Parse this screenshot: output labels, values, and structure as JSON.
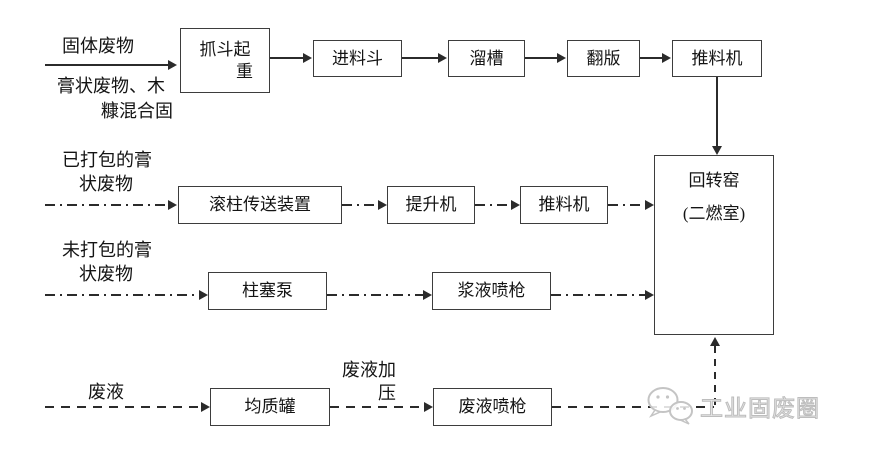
{
  "palette": {
    "line": "#2b2b2b",
    "box_border": "#3d3d3d",
    "text": "#141414",
    "watermark": "#c4c4c4",
    "background": "#ffffff"
  },
  "labels": {
    "solid_waste": "固体废物",
    "paste_wood_1": "膏状废物、木",
    "paste_wood_2": "糠混合固",
    "packed_1": "已打包的膏",
    "packed_2": "状废物",
    "unpacked_1": "未打包的膏",
    "unpacked_2": "状废物",
    "waste_liquid": "废液",
    "pressurize_1": "废液加",
    "pressurize_2": "压"
  },
  "boxes": {
    "grab_crane_1": "抓斗起",
    "grab_crane_2": "重",
    "feed_hopper": "进料斗",
    "chute": "溜槽",
    "tipper": "翻版",
    "pusher_top": "推料机",
    "roller_conveyor": "滚柱传送装置",
    "elevator": "提升机",
    "pusher_mid": "推料机",
    "plunger_pump": "柱塞泵",
    "slurry_gun": "浆液喷枪",
    "homogenizing_tank": "均质罐",
    "waste_liquid_gun": "废液喷枪",
    "rotary_kiln_1": "回转窑",
    "rotary_kiln_2": "(二燃室)"
  },
  "watermark": {
    "text": "工业固废圈"
  }
}
